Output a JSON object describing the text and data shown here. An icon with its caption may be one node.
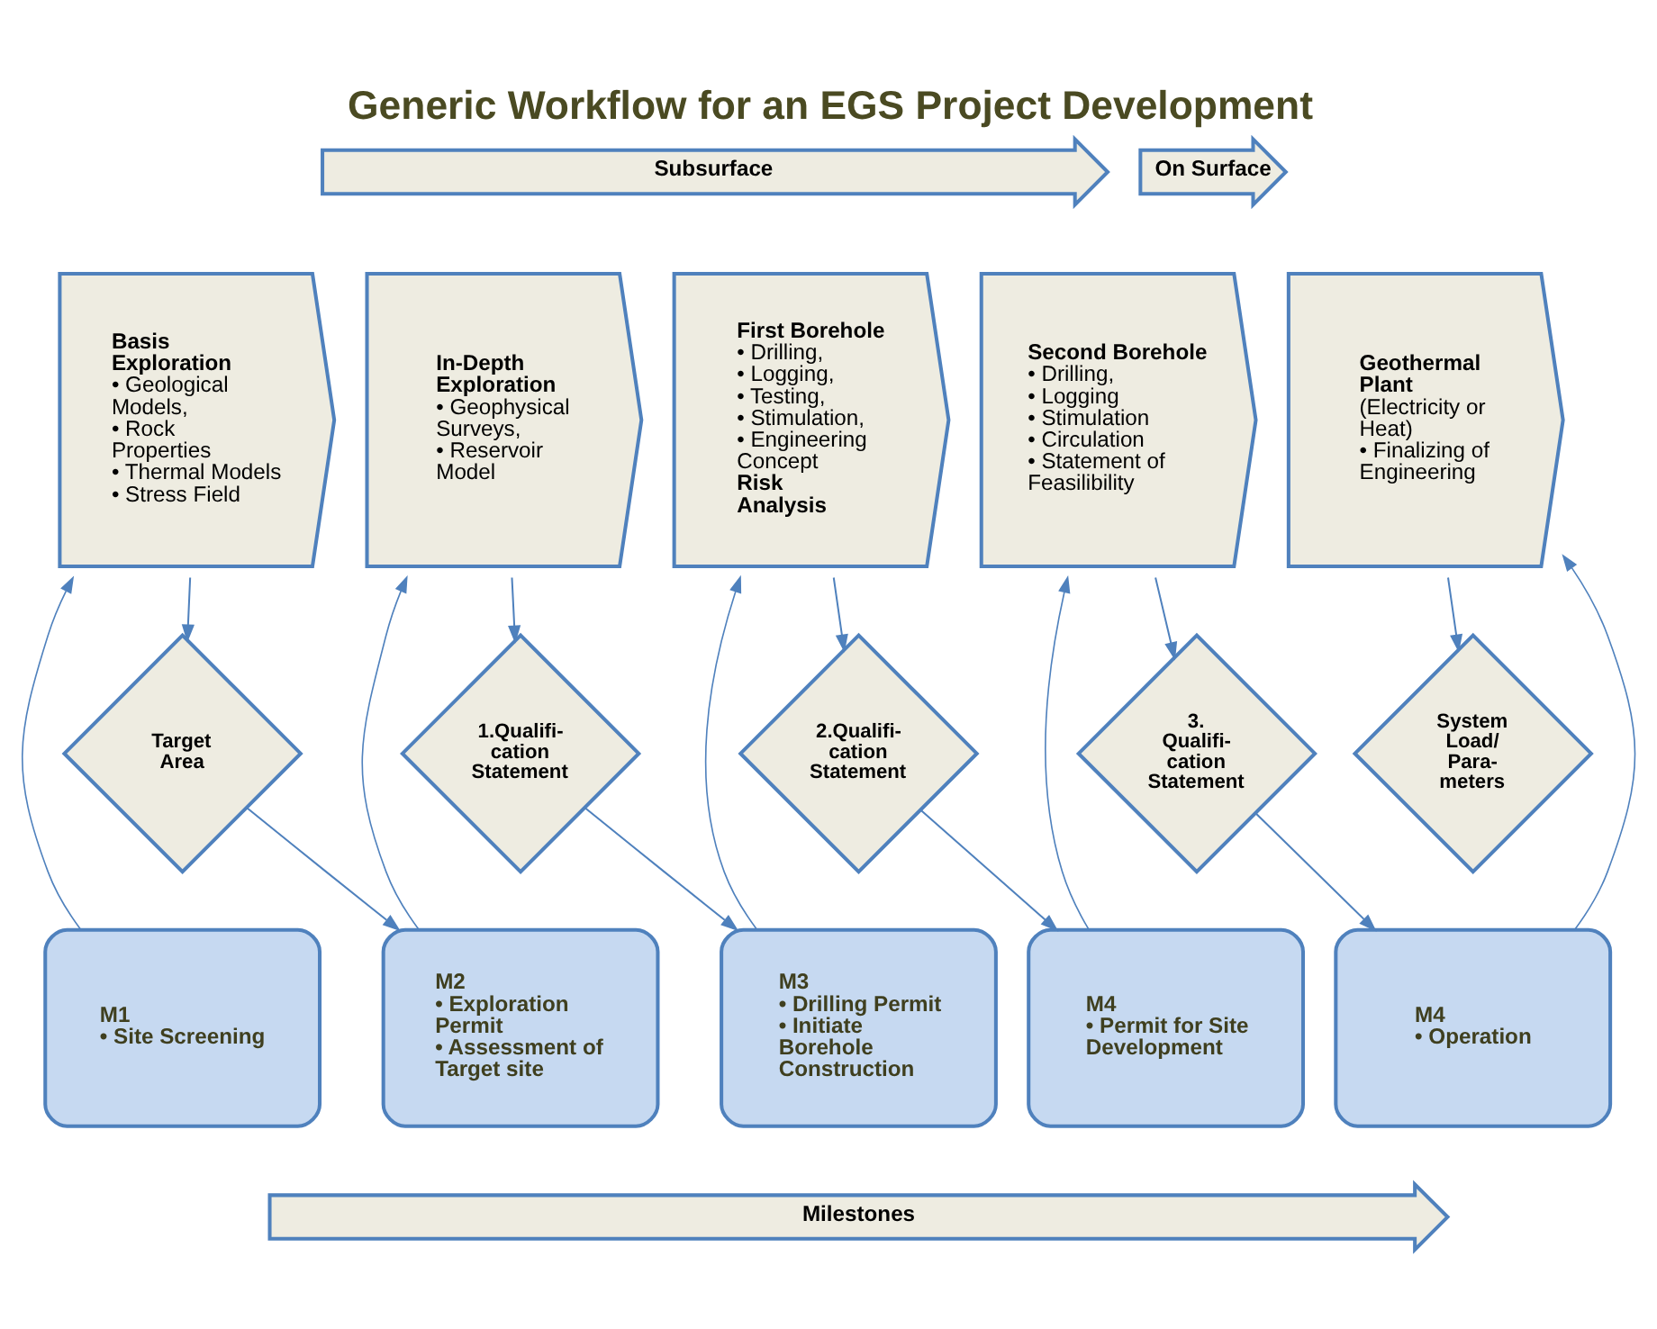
{
  "diagram": {
    "title": "Generic Workflow for an EGS Project Development",
    "nodes": [
      {
        "text": [
          "Subsurface"
        ]
      },
      {
        "text": [
          "On Surface"
        ]
      },
      {
        "text": [
          "Basis Exploration",
          "• Geological Models,",
          "• Rock Properties",
          "• Thermal Models",
          "• Stress Field"
        ]
      },
      {
        "text": [
          "In-Depth Exploration",
          "• Geophysical Surveys,",
          "• Reservoir Model"
        ]
      },
      {
        "text": [
          "First Borehole",
          "• Drilling,",
          "• Logging,",
          "• Testing,",
          "• Stimulation,",
          "• Engineering Concept",
          "**Risk Analysis**"
        ]
      },
      {
        "text": [
          "Second Borehole",
          "• Drilling,",
          "• Logging",
          "• Stimulation",
          "• Circulation",
          "• Statement of Feasilibility"
        ]
      },
      {
        "text": [
          "**Geothermal Plant** (Electricity or Heat)",
          "• Finalizing of Engineering"
        ]
      },
      {
        "text": [
          "Target Area"
        ]
      },
      {
        "text": [
          "1.Qualifi- cation Statement"
        ]
      },
      {
        "text": [
          "2.Qualifi- cation Statement"
        ]
      },
      {
        "text": [
          "3. Qualifi- cation Statement"
        ]
      },
      {
        "text": [
          "System Load/ Para- meters"
        ]
      },
      {
        "text": [
          "M1",
          "• Site Screening"
        ]
      },
      {
        "text": [
          "M2",
          "• Exploration Permit",
          "• Assessment of Target site"
        ]
      },
      {
        "text": [
          "M3",
          "• Drilling Permit",
          "• Initiate Borehole Construction"
        ]
      },
      {
        "text": [
          "M4",
          "• Permit for Site Development"
        ]
      },
      {
        "text": [
          "M4",
          "• Operation"
        ]
      },
      {
        "text": [
          "Milestones"
        ]
      }
    ],
    "edges": [
      {
        "from": 2,
        "to": 7,
        "arrow": "to"
      },
      {
        "from": 3,
        "to": 8,
        "arrow": "to"
      },
      {
        "from": 4,
        "to": 9,
        "arrow": "to"
      },
      {
        "from": 5,
        "to": 10,
        "arrow": "to"
      },
      {
        "from": 6,
        "to": 11,
        "arrow": "to"
      },
      {
        "from": 7,
        "to": 13,
        "arrow": "to"
      },
      {
        "from": 8,
        "to": 14,
        "arrow": "to"
      },
      {
        "from": 9,
        "to": 15,
        "arrow": "to"
      },
      {
        "from": 10,
        "to": 16,
        "arrow": "to"
      },
      {
        "from": 12,
        "to": 2,
        "arrow": "to"
      },
      {
        "from": 13,
        "to": 3,
        "arrow": "to"
      },
      {
        "from": 14,
        "to": 4,
        "arrow": "to"
      },
      {
        "from": 15,
        "to": 5,
        "arrow": "to"
      },
      {
        "from": 16,
        "to": 6,
        "arrow": "to"
      }
    ]
  }
}
